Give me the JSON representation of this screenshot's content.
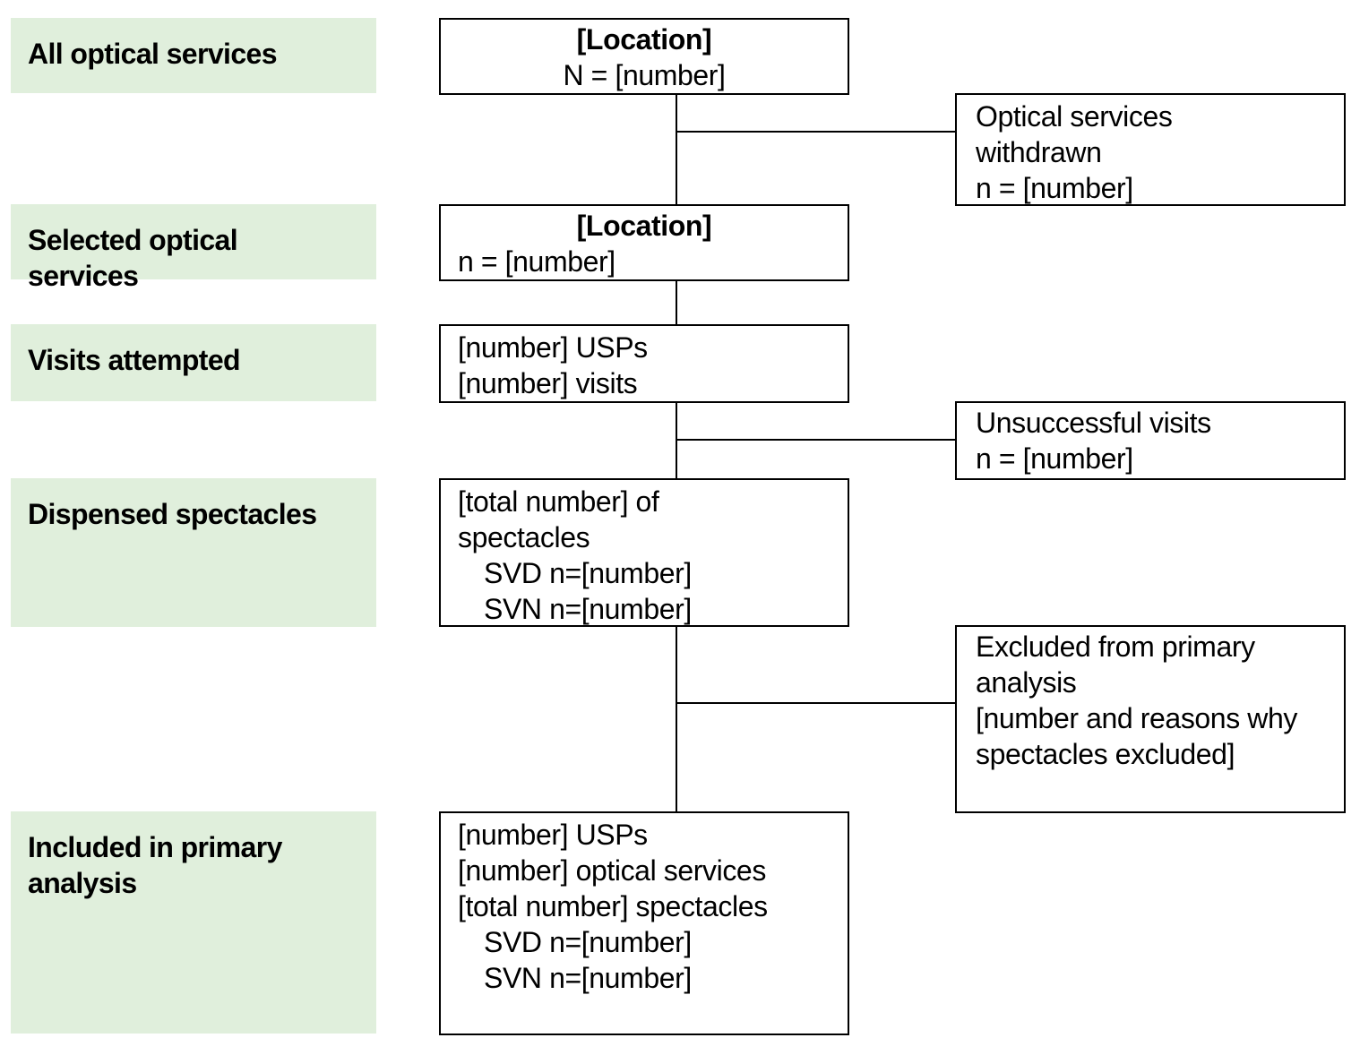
{
  "stages": [
    {
      "label": "All optical services"
    },
    {
      "label": "Selected optical services"
    },
    {
      "label": "Visits attempted"
    },
    {
      "label": "Dispensed spectacles"
    },
    {
      "label": "Included in primary analysis"
    }
  ],
  "boxes": {
    "all_services": {
      "title": "[Location]",
      "line1": "N = [number]"
    },
    "selected": {
      "title": "[Location]",
      "line1": "n = [number]"
    },
    "visits": {
      "line1": "[number] USPs",
      "line2": "[number] visits"
    },
    "dispensed": {
      "line1": "[total number] of spectacles",
      "line2": "SVD n=[number]",
      "line3": "SVN n=[number]"
    },
    "included": {
      "line1": "[number] USPs",
      "line2": "[number] optical services",
      "line3": "[total number] spectacles",
      "line4": "SVD n=[number]",
      "line5": "SVN n=[number]"
    }
  },
  "side_boxes": {
    "withdrawn": {
      "line1": "Optical services withdrawn",
      "line2": "n = [number]"
    },
    "unsuccessful": {
      "line1": "Unsuccessful visits",
      "line2": "n = [number]"
    },
    "excluded": {
      "line1": "Excluded from primary analysis",
      "line2": "[number and reasons why spectacles excluded]"
    }
  }
}
